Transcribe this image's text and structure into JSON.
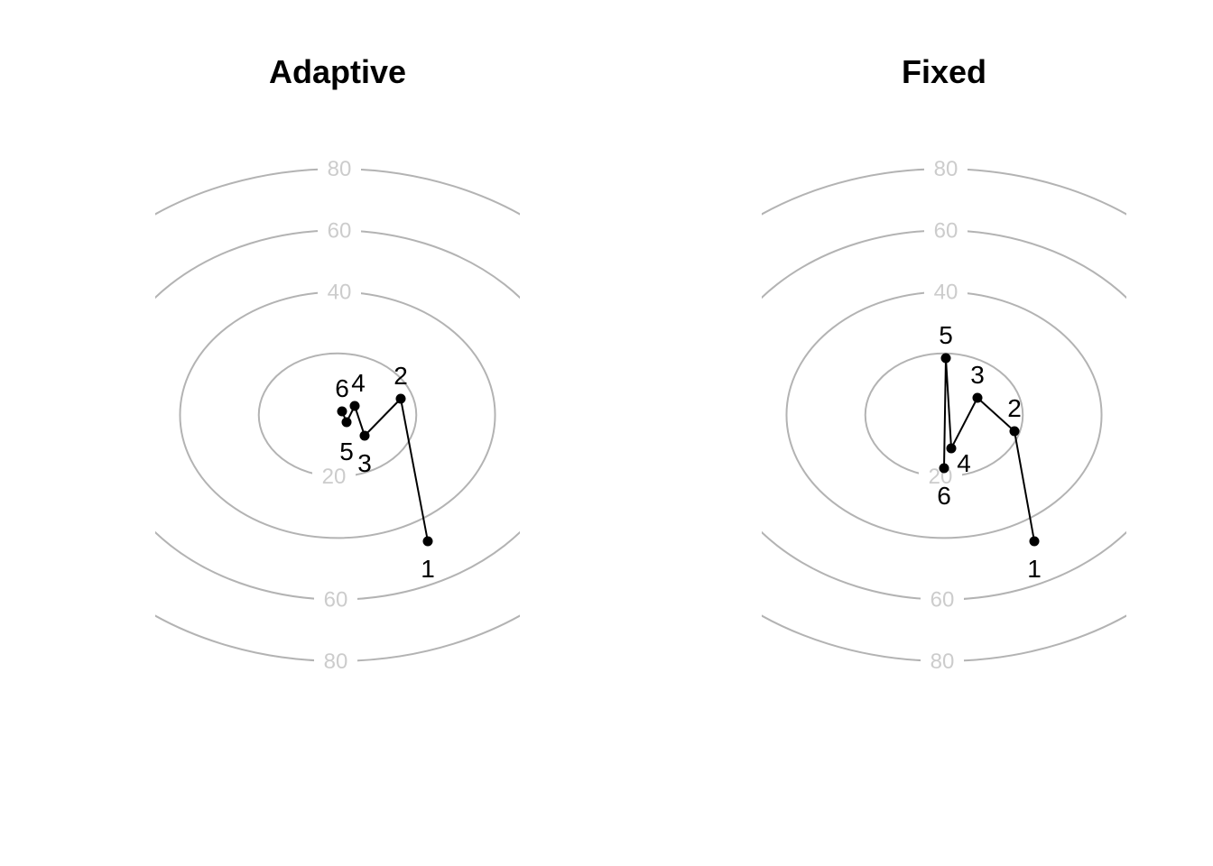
{
  "chart_data": [
    {
      "type": "line",
      "title": "Adaptive",
      "contour_levels": [
        20,
        40,
        60,
        80
      ],
      "contour_labels": {
        "top": [
          "80",
          "60",
          "40"
        ],
        "bottom": [
          "20",
          "60",
          "80"
        ]
      },
      "points": [
        {
          "label": "1",
          "x": 1.0,
          "y": -1.4
        },
        {
          "label": "2",
          "x": 0.7,
          "y": 0.18
        },
        {
          "label": "3",
          "x": 0.3,
          "y": -0.23
        },
        {
          "label": "4",
          "x": 0.19,
          "y": 0.1
        },
        {
          "label": "5",
          "x": 0.1,
          "y": -0.08
        },
        {
          "label": "6",
          "x": 0.05,
          "y": 0.04
        }
      ]
    },
    {
      "type": "line",
      "title": "Fixed",
      "contour_levels": [
        20,
        40,
        60,
        80
      ],
      "contour_labels": {
        "top": [
          "80",
          "60",
          "40"
        ],
        "bottom": [
          "20",
          "60",
          "80"
        ]
      },
      "points": [
        {
          "label": "1",
          "x": 1.0,
          "y": -1.4
        },
        {
          "label": "2",
          "x": 0.78,
          "y": -0.18
        },
        {
          "label": "3",
          "x": 0.37,
          "y": 0.19
        },
        {
          "label": "4",
          "x": 0.08,
          "y": -0.37
        },
        {
          "label": "5",
          "x": 0.02,
          "y": 0.63
        },
        {
          "label": "6",
          "x": 0.0,
          "y": -0.59
        }
      ]
    }
  ]
}
